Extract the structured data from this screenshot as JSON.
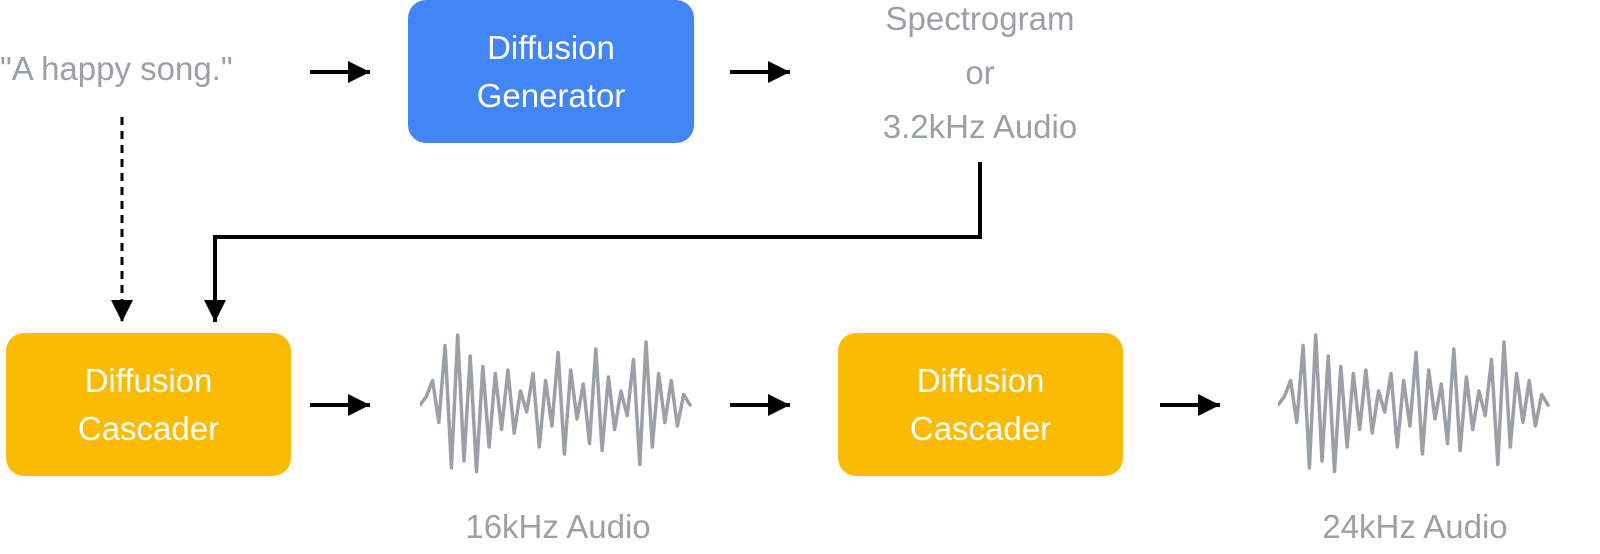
{
  "prompt": "\"A happy song.\"",
  "generator": {
    "line1": "Diffusion",
    "line2": "Generator"
  },
  "intermediate": {
    "line1": "Spectrogram",
    "line2": "or",
    "line3": "3.2kHz Audio"
  },
  "cascader_1": {
    "line1": "Diffusion",
    "line2": "Cascader"
  },
  "output_1": {
    "label": "16kHz Audio",
    "icon": "waveform-icon"
  },
  "cascader_2": {
    "line1": "Diffusion",
    "line2": "Cascader"
  },
  "output_2": {
    "label": "24kHz Audio",
    "icon": "waveform-icon"
  },
  "colors": {
    "generator": "#4285f4",
    "cascader": "#f9bb04",
    "text_muted": "#9aa0a6",
    "arrow": "#000000",
    "waveform": "#9aa0a6"
  }
}
